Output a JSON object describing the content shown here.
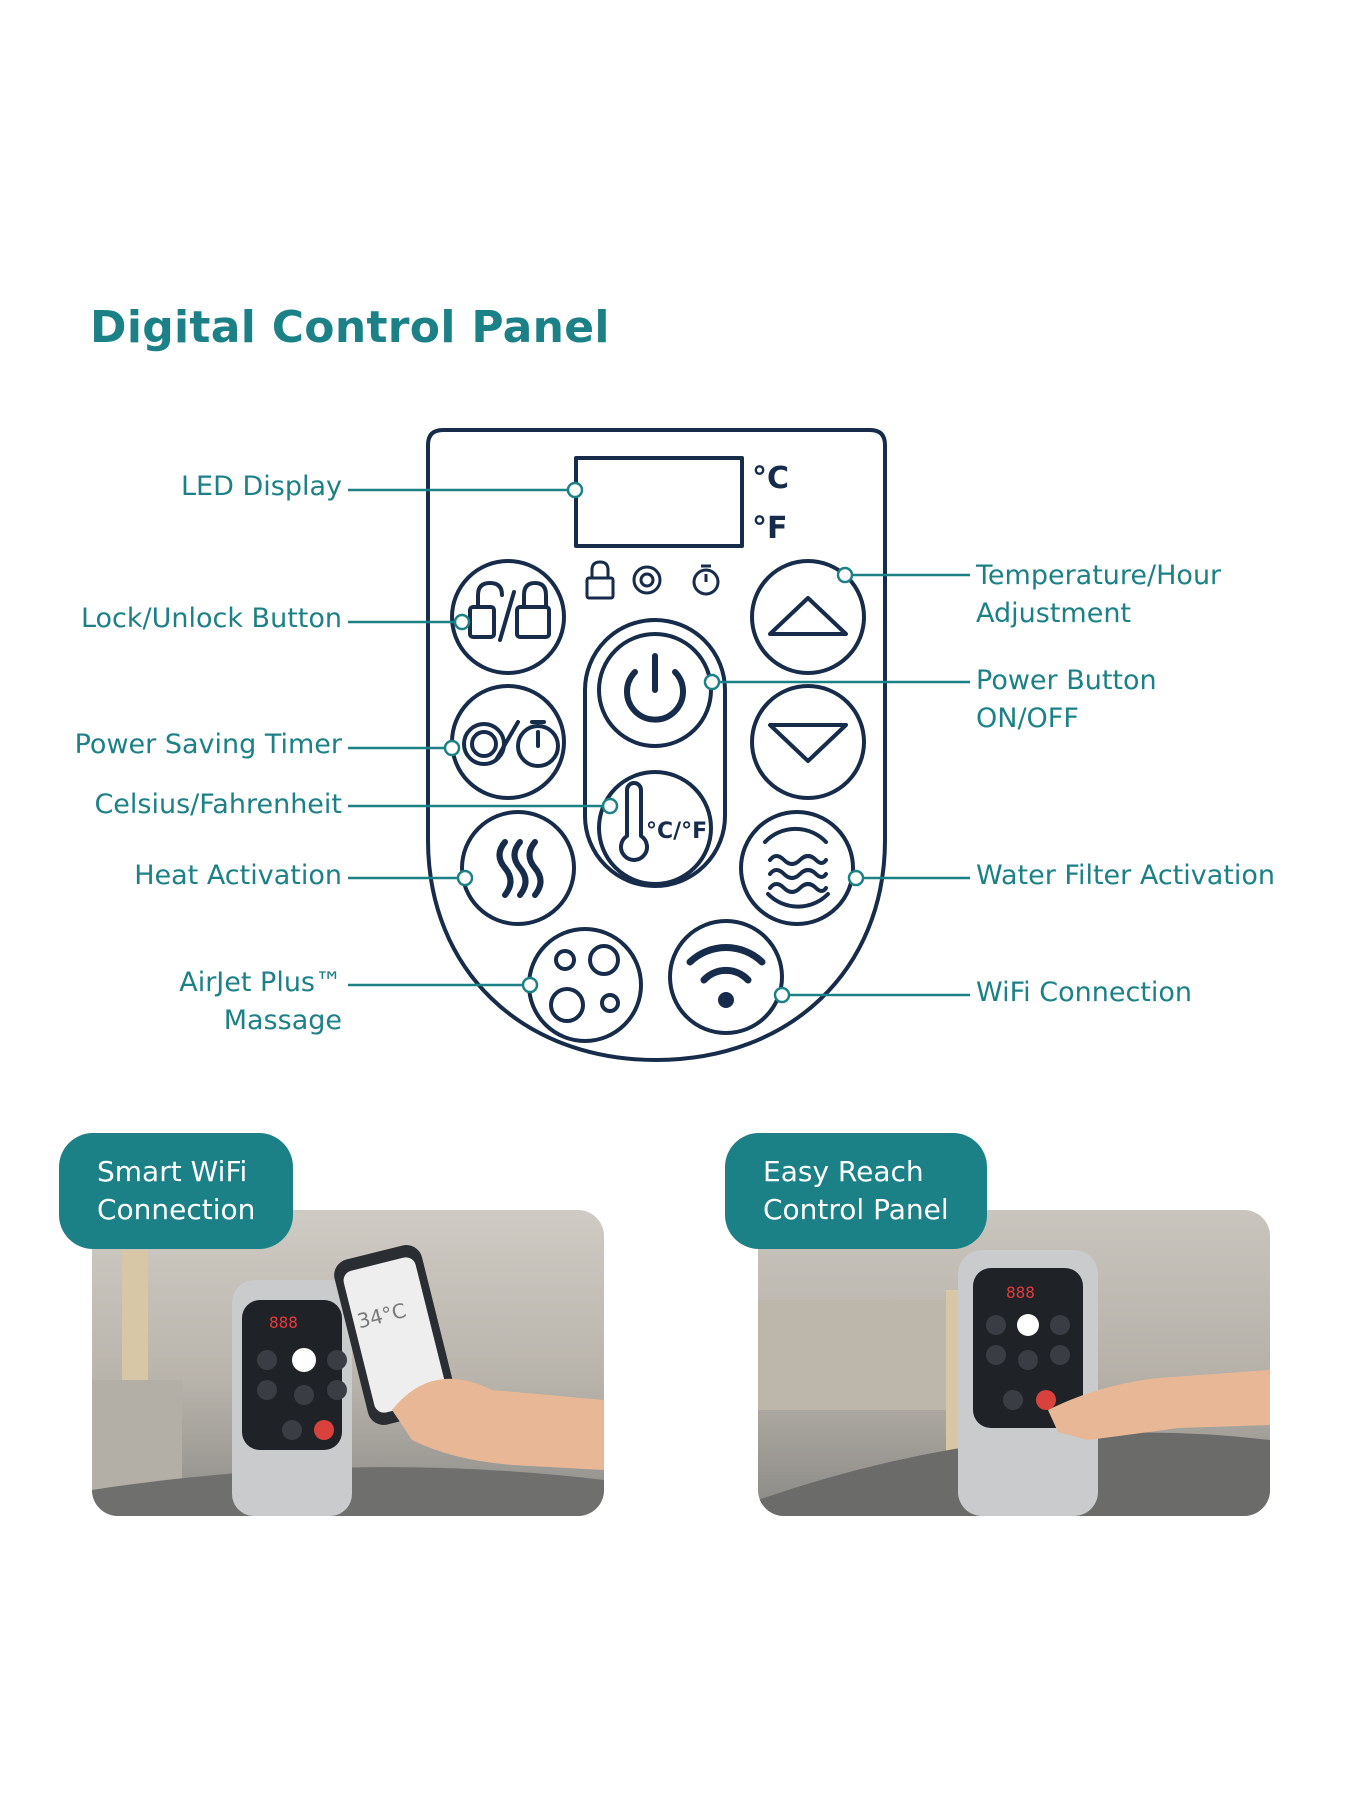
{
  "title": "Digital Control Panel",
  "panel": {
    "units": {
      "celsius": "°C",
      "fahrenheit": "°F"
    },
    "celsius_button": "°C/°F",
    "phone_temp": "34°C",
    "led_digits": "888"
  },
  "labels": {
    "led_display": "LED Display",
    "lock_unlock": "Lock/Unlock Button",
    "power_saving_timer": "Power Saving Timer",
    "celsius_fahrenheit": "Celsius/Fahrenheit",
    "heat_activation": "Heat Activation",
    "airjet_line1": "AirJet Plus™",
    "airjet_line2": "Massage",
    "temp_hour_line1": "Temperature/Hour",
    "temp_hour_line2": "Adjustment",
    "power_line1": "Power Button",
    "power_line2": "ON/OFF",
    "water_filter": "Water Filter Activation",
    "wifi": "WiFi Connection"
  },
  "photos": [
    {
      "tag_line1": "Smart WiFi",
      "tag_line2": "Connection"
    },
    {
      "tag_line1": "Easy Reach",
      "tag_line2": "Control Panel"
    }
  ],
  "colors": {
    "accent": "#1c8186",
    "outline": "#162c4a"
  }
}
